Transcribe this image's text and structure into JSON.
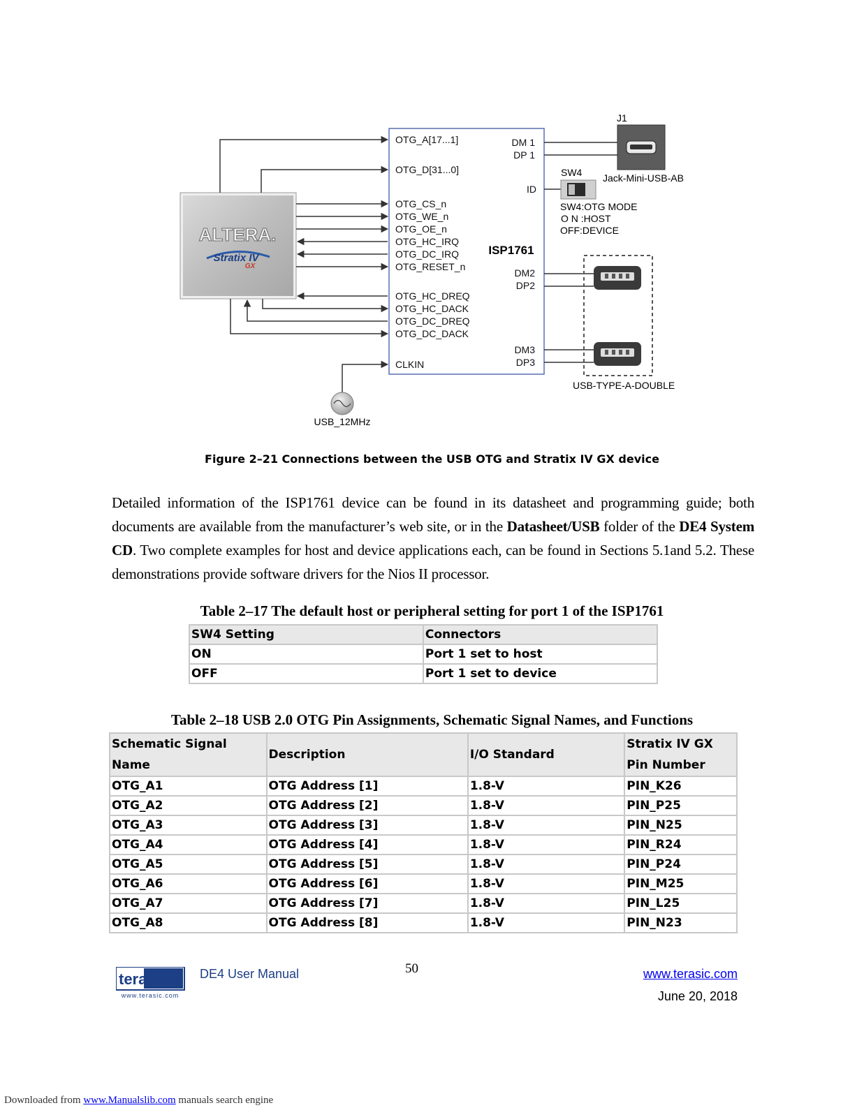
{
  "diagram": {
    "fpga_logo_brand": "ALTERA.",
    "fpga_logo_family": "Stratix IV",
    "fpga_logo_sub": "GX",
    "chip_name": "ISP1761",
    "left_signals": [
      "OTG_A[17...1]",
      "OTG_D[31...0]",
      "OTG_CS_n",
      "OTG_WE_n",
      "OTG_OE_n",
      "OTG_HC_IRQ",
      "OTG_DC_IRQ",
      "OTG_RESET_n",
      "OTG_HC_DREQ",
      "OTG_HC_DACK",
      "OTG_DC_DREQ",
      "OTG_DC_DACK",
      "CLKIN"
    ],
    "right_signals": [
      "DM 1",
      "DP 1",
      "ID",
      "DM2",
      "DP2",
      "DM3",
      "DP3"
    ],
    "j1_label": "J1",
    "j1_name": "Jack-Mini-USB-AB",
    "sw4_label": "SW4",
    "sw4_mode": "SW4:OTG MODE",
    "sw4_on": "O N :HOST",
    "sw4_off": "OFF:DEVICE",
    "usb_double_label": "USB-TYPE-A-DOUBLE",
    "clock_label": "USB_12MHz"
  },
  "figure_caption": "Figure 2–21   Connections between the USB OTG and Stratix IV GX device",
  "paragraph": {
    "t1": "Detailed information of the ISP1761 device can be found in its datasheet and programming guide; both documents are available from the manufacturer’s web site, or in the ",
    "b1": "Datasheet/USB",
    "t2": " folder of the ",
    "b2": "DE4 System CD",
    "t3": ". Two complete examples for host and device applications each, can be found in Sections 5.1and 5.2. These demonstrations provide software drivers for the Nios II processor."
  },
  "table17": {
    "caption": "Table 2–17   The default host or peripheral setting for port 1 of the ISP1761",
    "headers": [
      "SW4 Setting",
      "Connectors"
    ],
    "rows": [
      [
        "ON",
        "Port 1 set to host"
      ],
      [
        "OFF",
        "Port 1 set to device"
      ]
    ]
  },
  "table18": {
    "caption": "Table 2–18 USB 2.0 OTG Pin Assignments, Schematic Signal Names, and Functions",
    "headers": [
      "Schematic Signal Name",
      "Description",
      "I/O Standard",
      "Stratix IV GX Pin Number"
    ],
    "rows": [
      [
        "OTG_A1",
        "OTG Address [1]",
        "1.8-V",
        "PIN_K26"
      ],
      [
        "OTG_A2",
        "OTG Address [2]",
        "1.8-V",
        "PIN_P25"
      ],
      [
        "OTG_A3",
        "OTG Address [3]",
        "1.8-V",
        "PIN_N25"
      ],
      [
        "OTG_A4",
        "OTG Address [4]",
        "1.8-V",
        "PIN_R24"
      ],
      [
        "OTG_A5",
        "OTG Address [5]",
        "1.8-V",
        "PIN_P24"
      ],
      [
        "OTG_A6",
        "OTG Address [6]",
        "1.8-V",
        "PIN_M25"
      ],
      [
        "OTG_A7",
        "OTG Address [7]",
        "1.8-V",
        "PIN_L25"
      ],
      [
        "OTG_A8",
        "OTG Address [8]",
        "1.8-V",
        "PIN_N23"
      ]
    ]
  },
  "footer": {
    "logo_text": "terasIC",
    "logo_url": "www.terasic.com",
    "manual": "DE4 User Manual",
    "page": "50",
    "site": "www.terasic.com",
    "date": "June 20, 2018"
  },
  "download_note": {
    "prefix": "Downloaded from ",
    "link": "www.Manualslib.com",
    "suffix": "  manuals search engine"
  }
}
